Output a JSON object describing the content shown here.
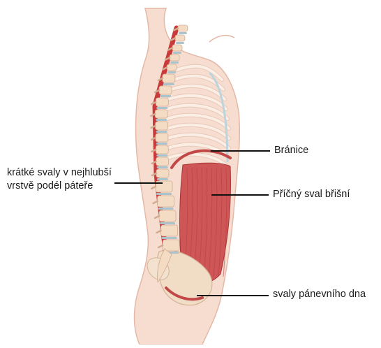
{
  "labels": {
    "diaphragm": "Bránice",
    "transverse_abdominis": "Příčný sval břišní",
    "pelvic_floor": "svaly pánevního dna",
    "short_muscles_line1": "krátké svaly v nejhlubší",
    "short_muscles_line2": "vrstvě podél páteře"
  },
  "colors": {
    "skin": "#f6ddd0",
    "skin_outline": "#e4b8a6",
    "rib": "#fbeee5",
    "rib_outline": "#e8c8b8",
    "vertebra": "#f4dcc4",
    "disc": "#a9c4cc",
    "spinal_muscle": "#c93a3a",
    "abdominal_muscle": "#cf5656",
    "muscle_stripe": "#b84040",
    "diaphragm": "#c24848",
    "pelvis": "#f1dcc6",
    "leader_line": "#111111"
  }
}
